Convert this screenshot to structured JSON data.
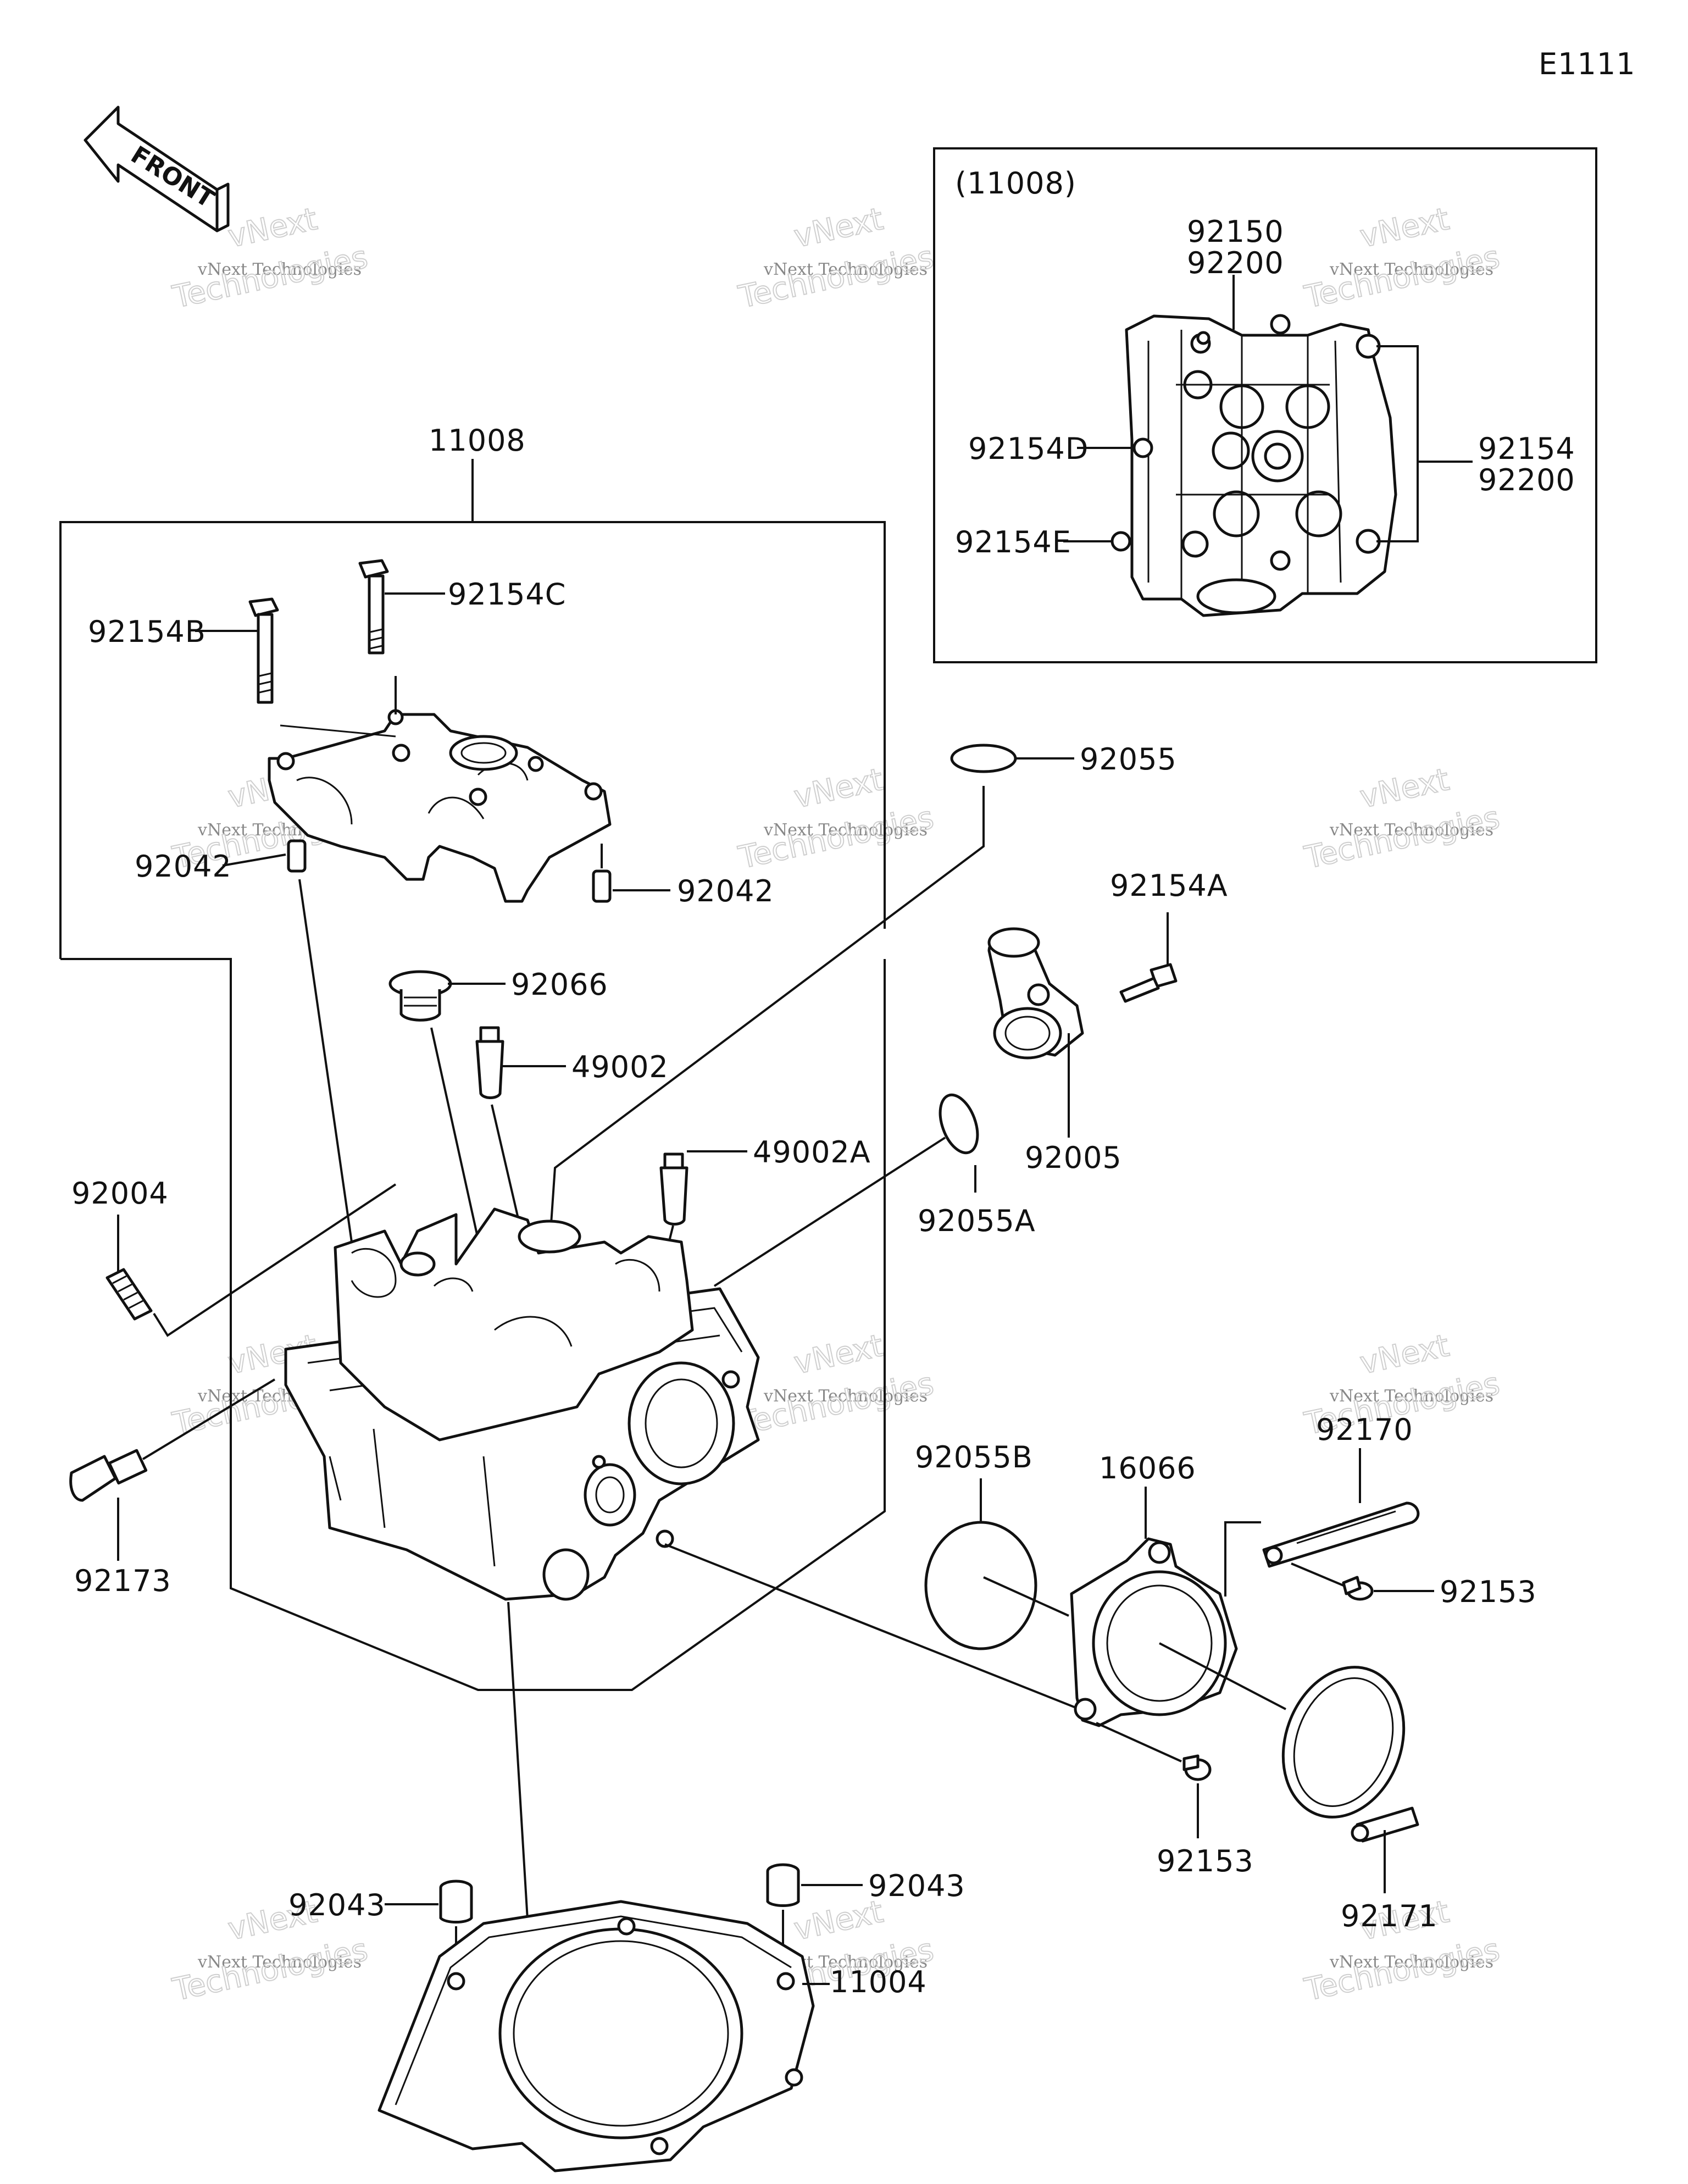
{
  "diagram": {
    "code": "E1111",
    "front_label": "FRONT",
    "inset_title": "(11008)",
    "main_group_label": "11008",
    "watermark_line1": "vNext Technologies",
    "watermark_line2": "vNext",
    "watermark_line3": "Technologies"
  },
  "labels": {
    "inset_92150": "92150",
    "inset_92200_top": "92200",
    "inset_92154D": "92154D",
    "inset_92154E": "92154E",
    "inset_92154": "92154",
    "inset_92200_right": "92200",
    "p92154B": "92154B",
    "p92154C": "92154C",
    "p92042_left": "92042",
    "p92042_right": "92042",
    "p92055": "92055",
    "p92154A": "92154A",
    "p92066": "92066",
    "p49002": "49002",
    "p49002A": "49002A",
    "p92005": "92005",
    "p92055A": "92055A",
    "p92004": "92004",
    "p92173": "92173",
    "p92055B": "92055B",
    "p16066": "16066",
    "p92170": "92170",
    "p92153_right": "92153",
    "p92153_bottom": "92153",
    "p92171": "92171",
    "p92043_left": "92043",
    "p92043_right": "92043",
    "p11004": "11004"
  }
}
